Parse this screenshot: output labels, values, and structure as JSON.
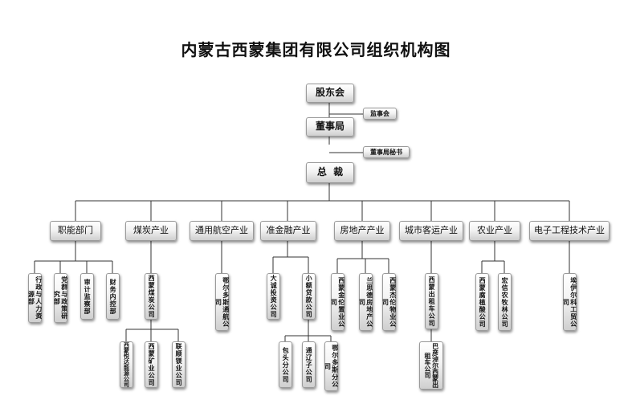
{
  "title": "内蒙古西蒙集团有限公司组织机构图",
  "top": {
    "shareholders": "股东会",
    "supervisors": "监事会",
    "board": "董事局",
    "board_secretary": "董事局秘书",
    "president": "总  裁"
  },
  "divisions": [
    {
      "name": "职能部门",
      "units": [
        "行政与人力资源部",
        "党群与政策研究部",
        "审计监察部",
        "财务内控部"
      ]
    },
    {
      "name": "煤炭产业",
      "units": [
        "西蒙煤炭公司"
      ],
      "subunits": [
        "西蒙悦达能源公司",
        "西蒙矿业公司",
        "联顺镁业公司"
      ]
    },
    {
      "name": "通用航空产业",
      "units": [
        "鄂尔多斯通航公司"
      ]
    },
    {
      "name": "准金融产业",
      "units": [
        "大诚投资公司",
        "小额贷款公司"
      ],
      "subunits": [
        "包头分公司",
        "通辽子公司",
        "鄂尔多斯分公司"
      ]
    },
    {
      "name": "房地产产业",
      "units": [
        "西蒙金伦置业公司",
        "兰思德房地产公司",
        "西蒙杰伦物业公司"
      ]
    },
    {
      "name": "城市客运产业",
      "units": [
        "西蒙出租车公司"
      ],
      "subunits": [
        "巴彦淖尔西蒙出租车公司"
      ]
    },
    {
      "name": "农业产业",
      "units": [
        "西蒙腐植酸公司",
        "宏信农牧林公司"
      ]
    },
    {
      "name": "电子工程技术产业",
      "units": [
        "埃伊尔科工贸公司"
      ]
    }
  ]
}
